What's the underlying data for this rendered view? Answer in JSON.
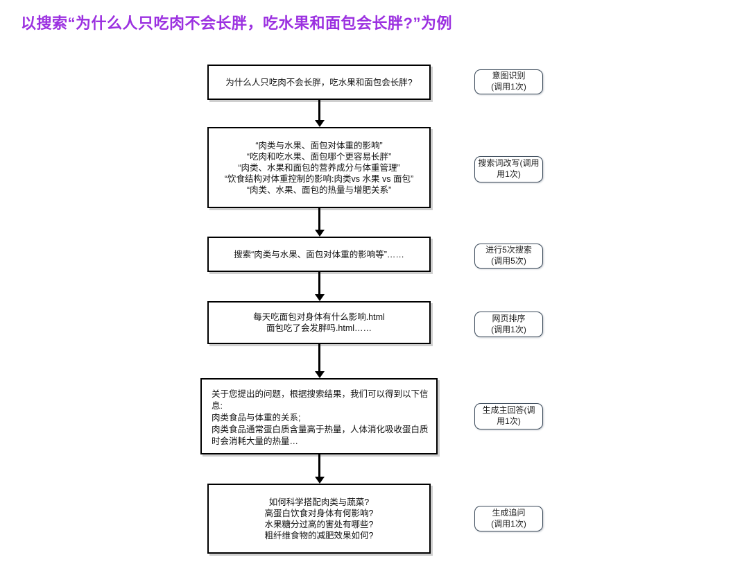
{
  "page": {
    "title": "以搜索“为什么人只吃肉不会长胖，吃水果和面包会长胖?”为例",
    "title_color": "#9b30e0",
    "background": "#ffffff"
  },
  "flow": {
    "node_border_color": "#000000",
    "pill_border_color": "#3b4a5a",
    "arrow_color": "#000000",
    "nodes": [
      {
        "id": "query",
        "text": "为什么人只吃肉不会长胖，吃水果和面包会长胖?"
      },
      {
        "id": "rewritten-queries",
        "text": "“肉类与水果、面包对体重的影响”\n“吃肉和吃水果、面包哪个更容易长胖”\n“肉类、水果和面包的营养成分与体重管理”\n“饮食结构对体重控制的影响:肉类vs 水果 vs 面包”\n“肉类、水果、面包的热量与增肥关系”"
      },
      {
        "id": "search-execution",
        "text": "搜索“肉类与水果、面包对体重的影响等”……"
      },
      {
        "id": "ranked-pages",
        "text": "每天吃面包对身体有什么影响.html\n面包吃了会发胖吗.html……"
      },
      {
        "id": "main-answer",
        "text": "关于您提出的问题，根据搜索结果，我们可以得到以下信息:\n肉类食品与体重的关系;\n肉类食品通常蛋白质含量高于热量，人体消化吸收蛋白质时会消耗大量的热量…"
      },
      {
        "id": "follow-up-questions",
        "text": "如何科学搭配肉类与蔬菜?\n高蛋白饮食对身体有何影响?\n水果糖分过高的害处有哪些?\n粗纤维食物的减肥效果如何?"
      }
    ],
    "pills": [
      {
        "id": "intent-recognition",
        "text": "意图识别\n(调用1次)"
      },
      {
        "id": "query-rewriting",
        "text": "搜索词改写(调用\n用1次)"
      },
      {
        "id": "five-searches",
        "text": "进行5次搜索\n(调用5次)"
      },
      {
        "id": "page-ranking",
        "text": "网页排序\n(调用1次)"
      },
      {
        "id": "generate-main-answer",
        "text": "生成主回答(调\n用1次)"
      },
      {
        "id": "generate-follow-up",
        "text": "生成追问\n(调用1次)"
      }
    ]
  }
}
